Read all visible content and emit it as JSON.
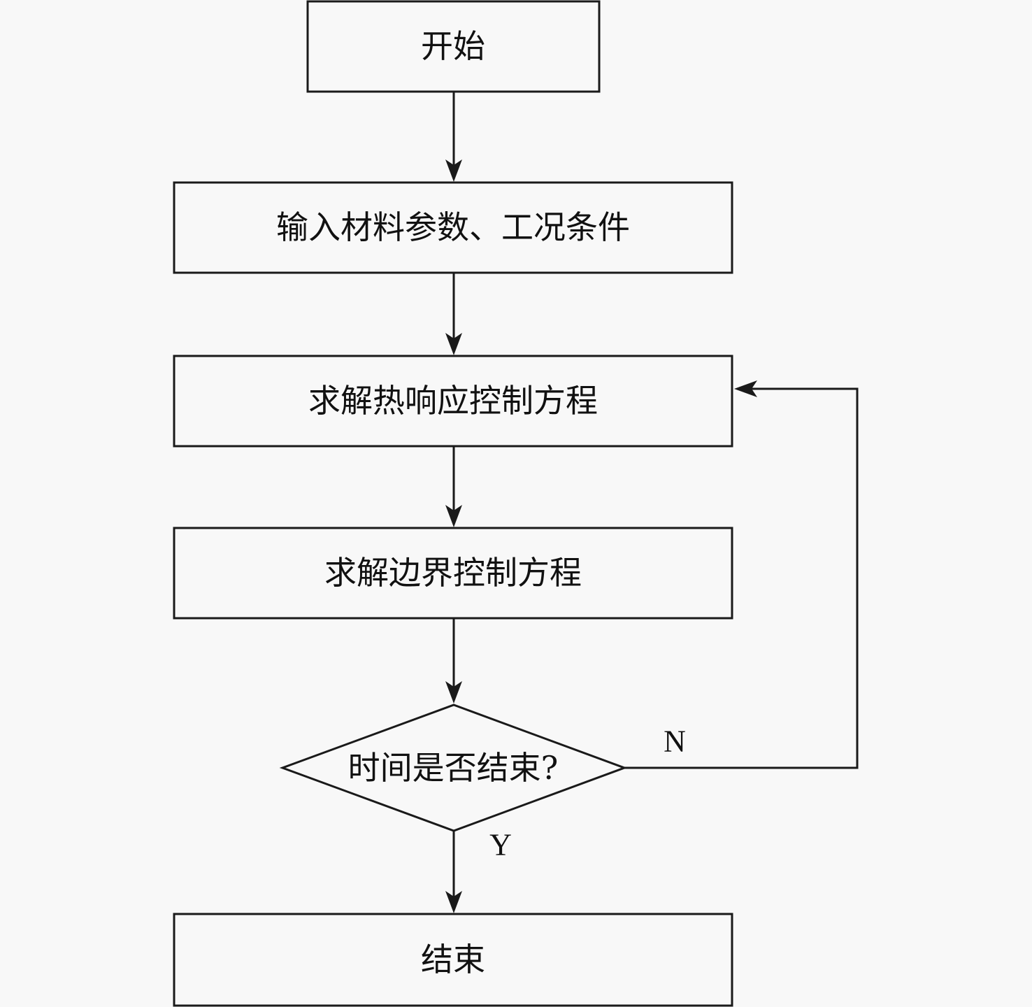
{
  "diagram": {
    "type": "flowchart",
    "nodes": [
      {
        "id": "start",
        "shape": "rect",
        "label": "开始"
      },
      {
        "id": "input",
        "shape": "rect",
        "label": "输入材料参数、工况条件"
      },
      {
        "id": "heat",
        "shape": "rect",
        "label": "求解热响应控制方程"
      },
      {
        "id": "boundary",
        "shape": "rect",
        "label": "求解边界控制方程"
      },
      {
        "id": "decision",
        "shape": "diamond",
        "label": "时间是否结束?"
      },
      {
        "id": "end",
        "shape": "rect",
        "label": "结束"
      }
    ],
    "edges": [
      {
        "from": "start",
        "to": "input",
        "label": ""
      },
      {
        "from": "input",
        "to": "heat",
        "label": ""
      },
      {
        "from": "heat",
        "to": "boundary",
        "label": ""
      },
      {
        "from": "boundary",
        "to": "decision",
        "label": ""
      },
      {
        "from": "decision",
        "to": "heat",
        "label": "N"
      },
      {
        "from": "decision",
        "to": "end",
        "label": "Y"
      }
    ],
    "colors": {
      "stroke": "#1a1a1a",
      "background": "#f8f8f8"
    }
  }
}
